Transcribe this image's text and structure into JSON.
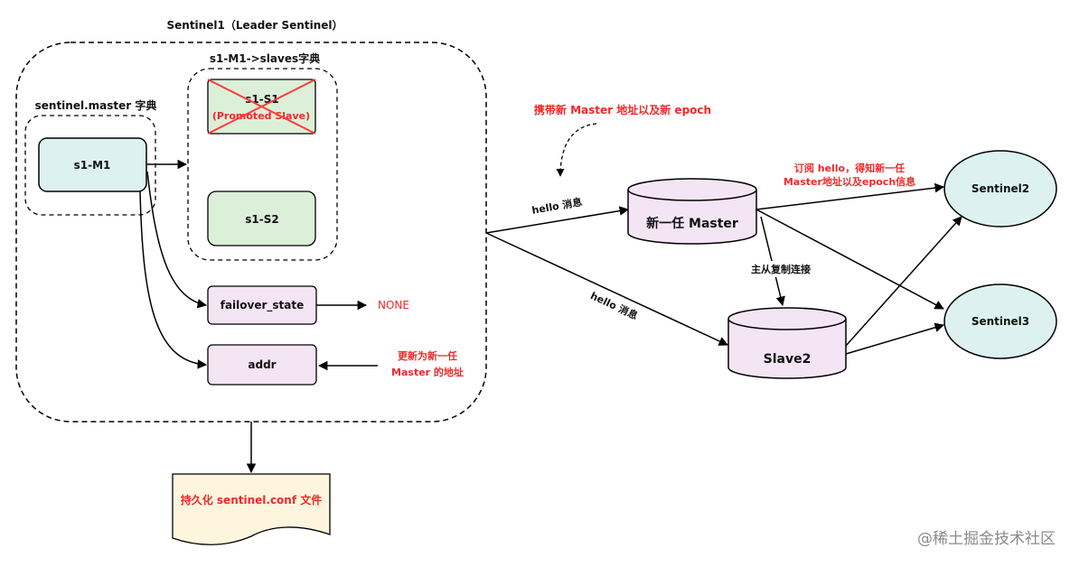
{
  "containers": {
    "sentinel1_title": "Sentinel1（Leader Sentinel）",
    "master_dict_title": "sentinel.master 字典",
    "slaves_dict_title": "s1-M1->slaves字典"
  },
  "nodes": {
    "s1_m1": "s1-M1",
    "s1_s1": "s1-S1",
    "s1_s1_sub": "(Promoted Slave)",
    "s1_s2": "s1-S2",
    "failover_state": "failover_state",
    "addr": "addr",
    "new_master": "新一任 Master",
    "slave2": "Slave2",
    "sentinel2": "Sentinel2",
    "sentinel3": "Sentinel3",
    "persist_doc": "持久化 sentinel.conf 文件"
  },
  "labels": {
    "none_value": "NONE",
    "update_line1": "更新为新一任",
    "update_line2": "Master 的地址",
    "carry_note": "携带新 Master 地址以及新 epoch",
    "hello_top": "hello 消息",
    "hello_bottom": "hello 消息",
    "subscribe_line1": "订阅 hello，得知新一任",
    "subscribe_line2": "Master地址以及epoch信息",
    "replication": "主从复制连接"
  },
  "watermark": "@稀土掘金技术社区",
  "colors": {
    "teal_fill": "#ddf2f0",
    "green_fill": "#dcefd9",
    "pink_fill": "#f4e5f5",
    "doc_fill": "#fdf5dd",
    "red_text": "#ee2a2a",
    "red_cross": "#ff3b3b"
  }
}
